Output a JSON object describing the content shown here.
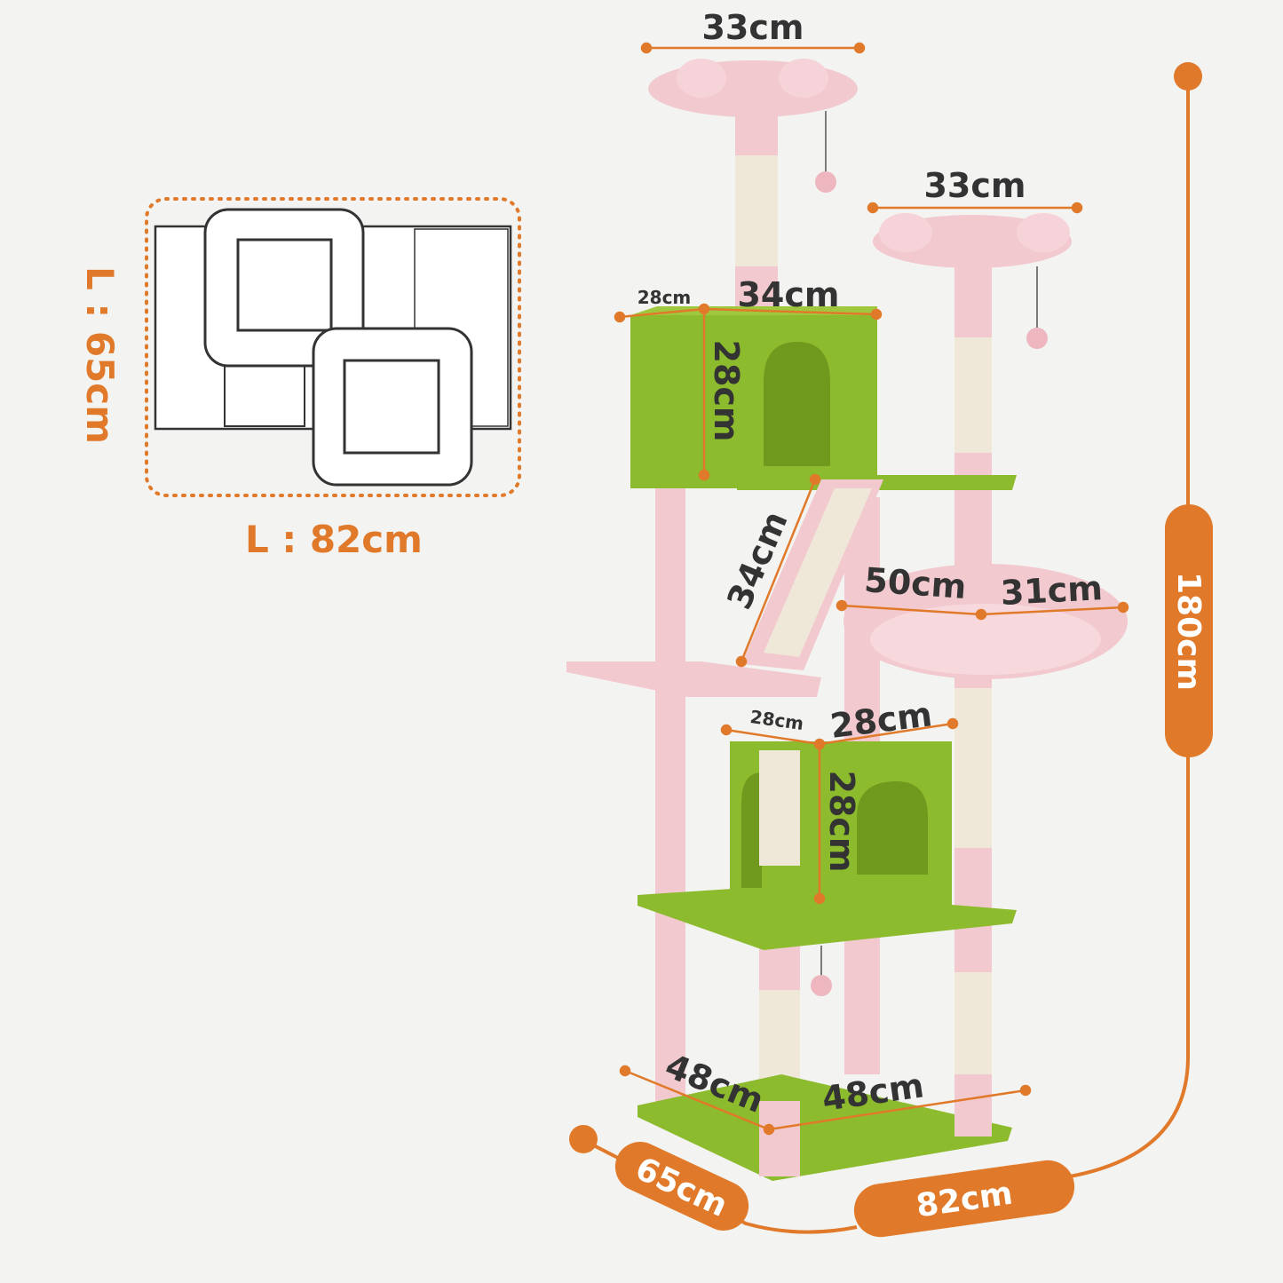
{
  "footprint": {
    "length_label": "L : 82cm",
    "width_label": "L : 65cm"
  },
  "dimensions": {
    "top_perch_left": "33cm",
    "top_perch_right": "33cm",
    "upper_condo_depth": "28cm",
    "upper_condo_width": "34cm",
    "upper_condo_height": "28cm",
    "ramp_length": "34cm",
    "hammock_length": "50cm",
    "hammock_width": "31cm",
    "lower_condo_depth": "28cm",
    "lower_condo_width": "28cm",
    "lower_condo_height": "28cm",
    "base_depth": "48cm",
    "base_width": "48cm"
  },
  "overall": {
    "height": "180cm",
    "depth": "65cm",
    "width": "82cm"
  },
  "colors": {
    "accent": "#e07a2a",
    "green": "#8dbb2e",
    "pink": "#f2c9cf",
    "sisal": "#efe8d8"
  }
}
